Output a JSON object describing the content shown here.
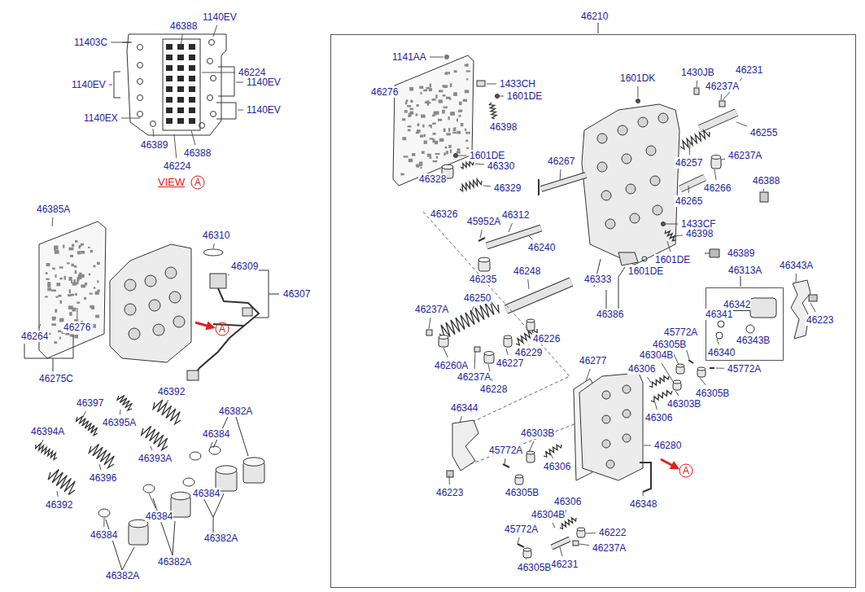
{
  "diagram": {
    "nodes": [
      {
        "text": [
          "46210"
        ]
      },
      {
        "text": [
          "46313A"
        ],
        "in": 0
      }
    ],
    "labels": [
      "11403C",
      "46388",
      "1140EV",
      "1140EV",
      "46224",
      "1140EV",
      "1140EV",
      "1140EX",
      "46389",
      "46388",
      "46224",
      "VIEW",
      "A",
      "46385A",
      "46310",
      "46309",
      "46307",
      "A",
      "46264",
      "46276",
      "46275C",
      "46397",
      "46392",
      "46395A",
      "46382A",
      "46384",
      "46394A",
      "46393A",
      "46396",
      "46392",
      "46384",
      "46384",
      "46382A",
      "46384",
      "46382A",
      "46382A",
      "1141AA",
      "46276",
      "1433CH",
      "1601DE",
      "46398",
      "1601DK",
      "1430JB",
      "46231",
      "46237A",
      "46255",
      "1601DE",
      "46330",
      "46267",
      "46257",
      "46237A",
      "46328",
      "46329",
      "46266",
      "46388",
      "46326",
      "46312",
      "45952A",
      "46265",
      "1433CF",
      "46398",
      "46240",
      "46389",
      "46343A",
      "1601DE",
      "46235",
      "46248",
      "46333",
      "1601DE",
      "46342",
      "46341",
      "46343B",
      "46340",
      "46223",
      "46386",
      "46250",
      "46237A",
      "45772A",
      "46305B",
      "46304B",
      "46306",
      "45772A",
      "46226",
      "46229",
      "46227",
      "46277",
      "46260A",
      "46237A",
      "46228",
      "46305B",
      "46303B",
      "46306",
      "46344",
      "46280",
      "46303B",
      "45772A",
      "46306",
      "A",
      "46348",
      "46223",
      "46305B",
      "46306",
      "46304B",
      "45772A",
      "46222",
      "46237A",
      "46231",
      "46305B"
    ]
  }
}
